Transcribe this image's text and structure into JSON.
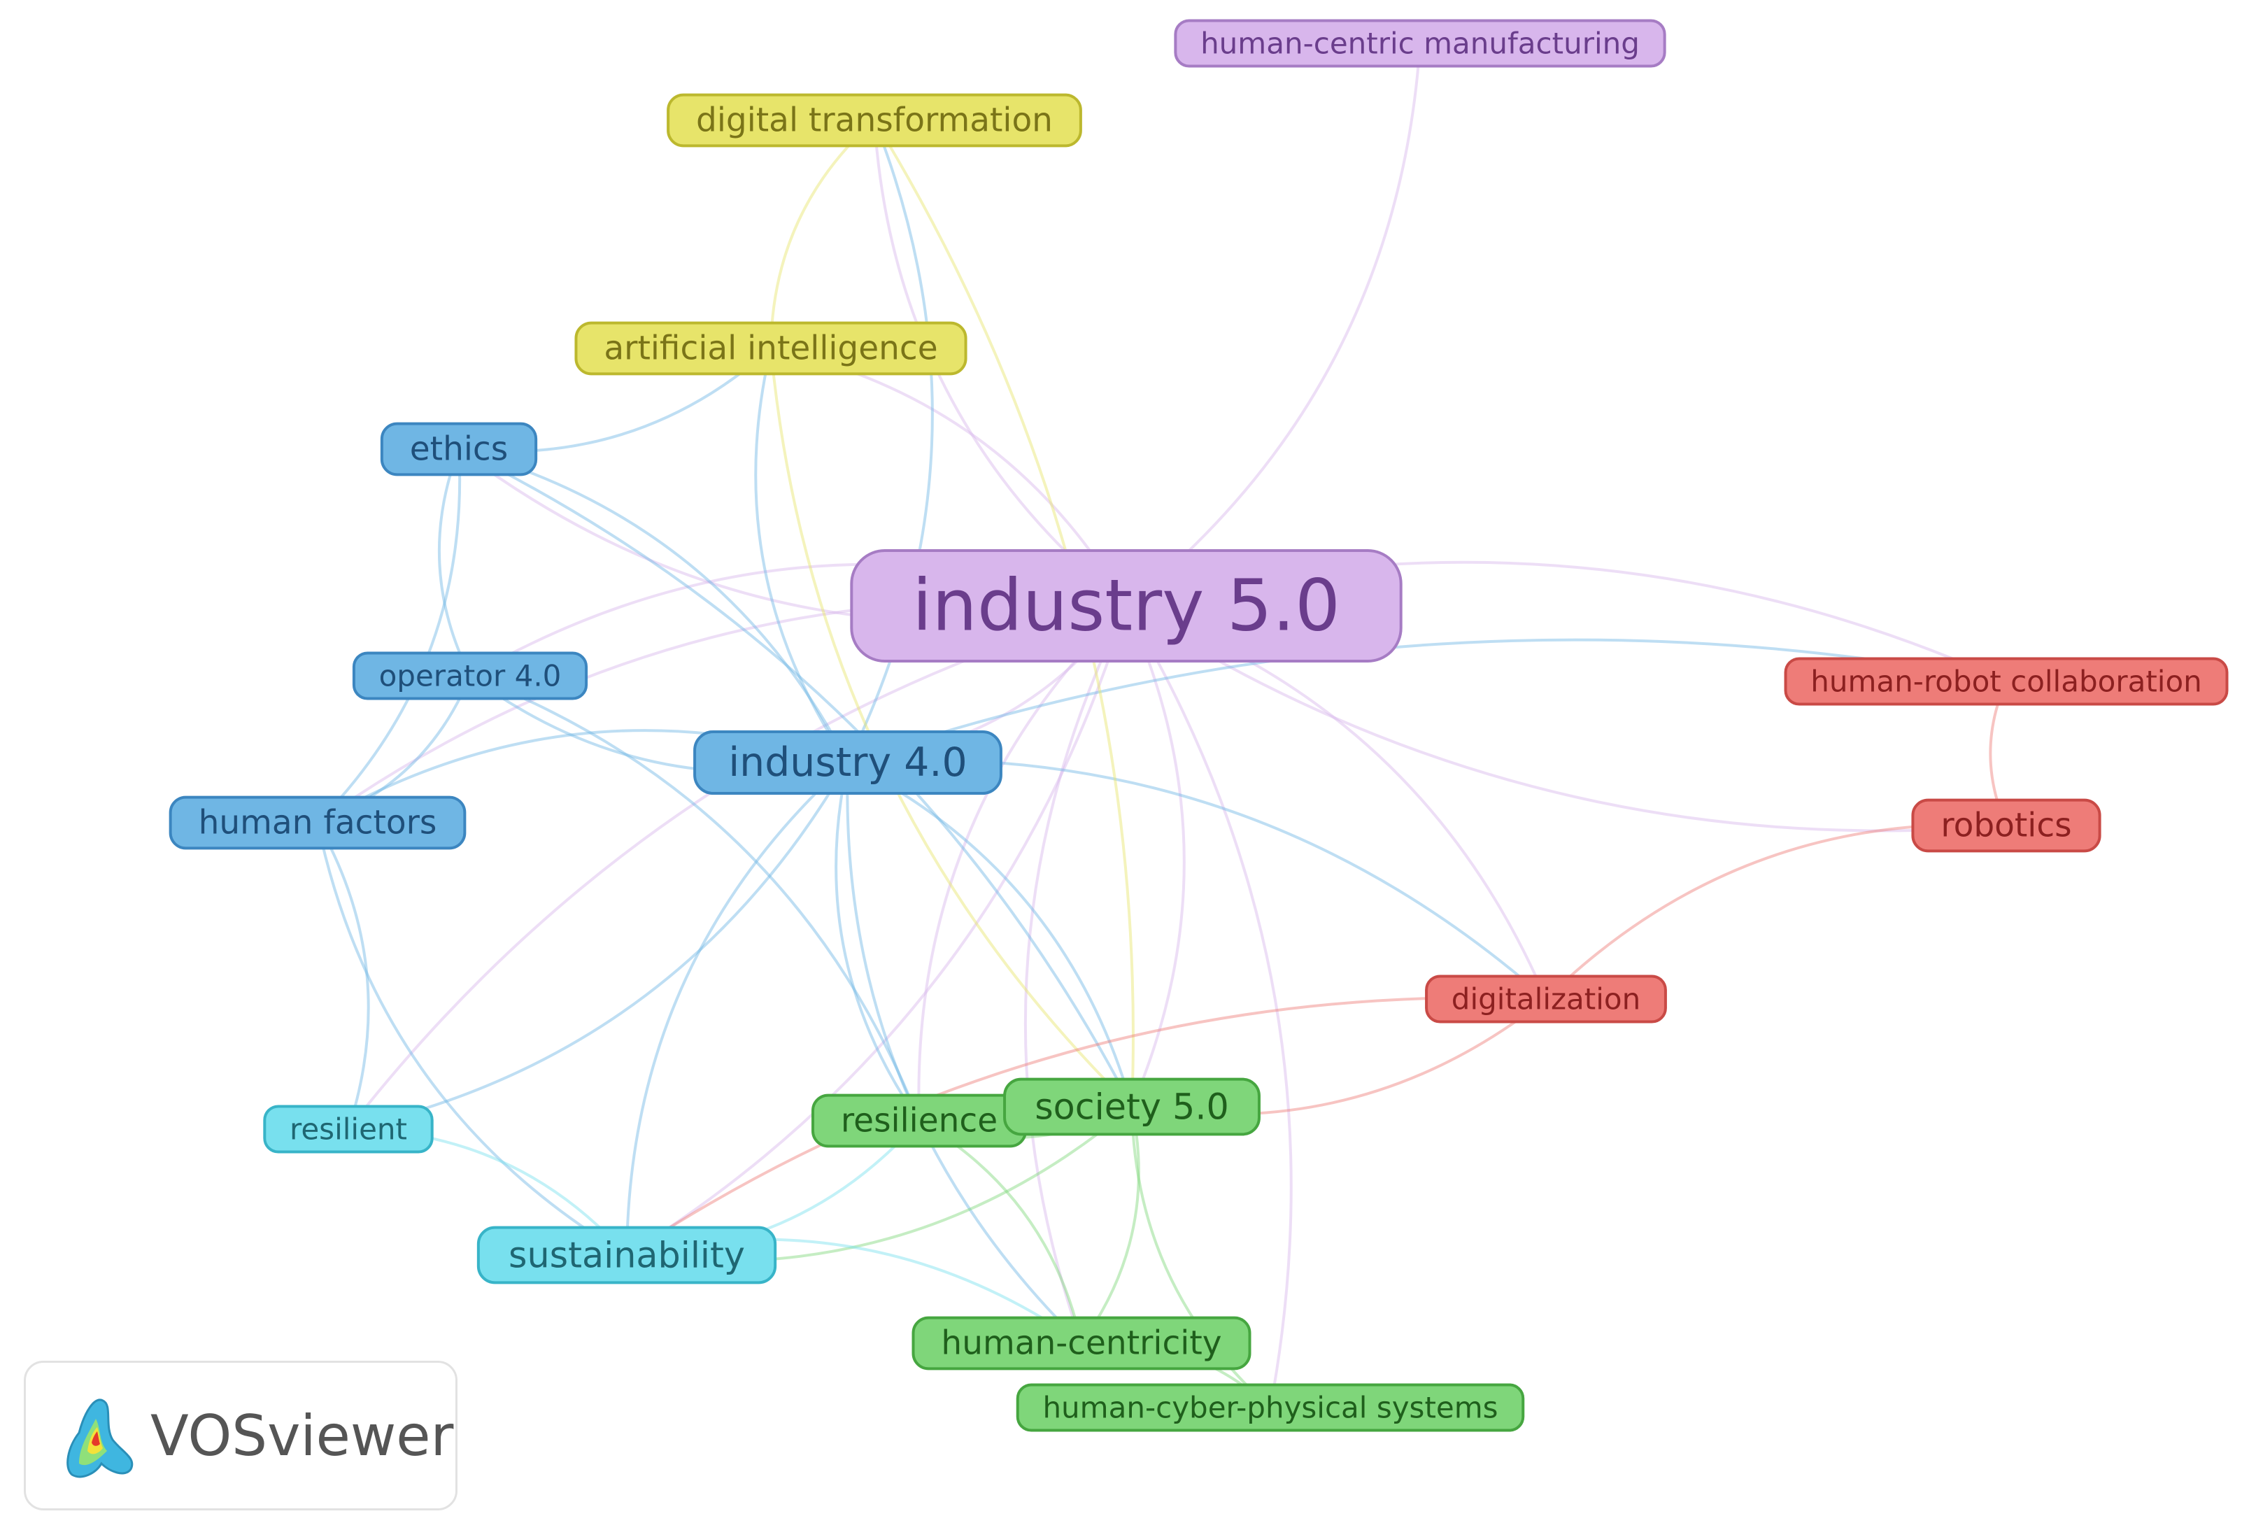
{
  "app_name": "VOSviewer",
  "colors": {
    "purple": {
      "fill": "#d8b6ec",
      "stroke": "#a67cc4",
      "text": "#6a3d8c"
    },
    "blue": {
      "fill": "#6fb6e4",
      "stroke": "#3c86c0",
      "text": "#1f4f7a"
    },
    "yellow": {
      "fill": "#e7e46a",
      "stroke": "#bcb82e",
      "text": "#7a7418"
    },
    "red": {
      "fill": "#ee7c78",
      "stroke": "#c94a46",
      "text": "#8c2020"
    },
    "green": {
      "fill": "#7fd67a",
      "stroke": "#46a640",
      "text": "#1f5f1c"
    },
    "cyan": {
      "fill": "#78e0ee",
      "stroke": "#38b4c8",
      "text": "#1f6672"
    }
  },
  "nodes": [
    {
      "id": "industry-5-0",
      "label": "industry 5.0",
      "cluster": "purple",
      "weight": 10
    },
    {
      "id": "human-centric-manufacturing",
      "label": "human-centric manufacturing",
      "cluster": "purple",
      "weight": 1
    },
    {
      "id": "industry-4-0",
      "label": "industry 4.0",
      "cluster": "blue",
      "weight": 5
    },
    {
      "id": "ethics",
      "label": "ethics",
      "cluster": "blue",
      "weight": 2
    },
    {
      "id": "operator-4-0",
      "label": "operator 4.0",
      "cluster": "blue",
      "weight": 1
    },
    {
      "id": "human-factors",
      "label": "human factors",
      "cluster": "blue",
      "weight": 2
    },
    {
      "id": "digital-transformation",
      "label": "digital transformation",
      "cluster": "yellow",
      "weight": 2
    },
    {
      "id": "artificial-intelligence",
      "label": "artificial intelligence",
      "cluster": "yellow",
      "weight": 2
    },
    {
      "id": "human-robot-collaboration",
      "label": "human-robot collaboration",
      "cluster": "red",
      "weight": 1
    },
    {
      "id": "robotics",
      "label": "robotics",
      "cluster": "red",
      "weight": 2
    },
    {
      "id": "digitalization",
      "label": "digitalization",
      "cluster": "red",
      "weight": 1
    },
    {
      "id": "resilience",
      "label": "resilience",
      "cluster": "green",
      "weight": 2
    },
    {
      "id": "society-5-0",
      "label": "society 5.0",
      "cluster": "green",
      "weight": 3
    },
    {
      "id": "human-centricity",
      "label": "human-centricity",
      "cluster": "green",
      "weight": 2
    },
    {
      "id": "human-cyber-physical-systems",
      "label": "human-cyber-physical systems",
      "cluster": "green",
      "weight": 1
    },
    {
      "id": "resilient",
      "label": "resilient",
      "cluster": "cyan",
      "weight": 1
    },
    {
      "id": "sustainability",
      "label": "sustainability",
      "cluster": "cyan",
      "weight": 3
    }
  ],
  "links": [
    [
      "industry-5-0",
      "human-centric-manufacturing"
    ],
    [
      "industry-5-0",
      "digital-transformation"
    ],
    [
      "industry-5-0",
      "artificial-intelligence"
    ],
    [
      "industry-5-0",
      "ethics"
    ],
    [
      "industry-5-0",
      "operator-4-0"
    ],
    [
      "industry-5-0",
      "industry-4-0"
    ],
    [
      "industry-5-0",
      "human-factors"
    ],
    [
      "industry-5-0",
      "human-robot-collaboration"
    ],
    [
      "industry-5-0",
      "robotics"
    ],
    [
      "industry-5-0",
      "digitalization"
    ],
    [
      "industry-5-0",
      "resilience"
    ],
    [
      "industry-5-0",
      "society-5-0"
    ],
    [
      "industry-5-0",
      "human-centricity"
    ],
    [
      "industry-5-0",
      "human-cyber-physical-systems"
    ],
    [
      "industry-5-0",
      "resilient"
    ],
    [
      "industry-5-0",
      "sustainability"
    ],
    [
      "industry-4-0",
      "digital-transformation"
    ],
    [
      "industry-4-0",
      "artificial-intelligence"
    ],
    [
      "industry-4-0",
      "ethics"
    ],
    [
      "industry-4-0",
      "operator-4-0"
    ],
    [
      "industry-4-0",
      "human-factors"
    ],
    [
      "industry-4-0",
      "digitalization"
    ],
    [
      "industry-4-0",
      "resilience"
    ],
    [
      "industry-4-0",
      "society-5-0"
    ],
    [
      "industry-4-0",
      "human-centricity"
    ],
    [
      "industry-4-0",
      "resilient"
    ],
    [
      "industry-4-0",
      "sustainability"
    ],
    [
      "industry-4-0",
      "human-robot-collaboration"
    ],
    [
      "ethics",
      "artificial-intelligence"
    ],
    [
      "ethics",
      "human-factors"
    ],
    [
      "ethics",
      "operator-4-0"
    ],
    [
      "ethics",
      "society-5-0"
    ],
    [
      "human-factors",
      "operator-4-0"
    ],
    [
      "human-factors",
      "resilient"
    ],
    [
      "human-factors",
      "sustainability"
    ],
    [
      "operator-4-0",
      "resilience"
    ],
    [
      "digital-transformation",
      "artificial-intelligence"
    ],
    [
      "digital-transformation",
      "society-5-0"
    ],
    [
      "artificial-intelligence",
      "society-5-0"
    ],
    [
      "robotics",
      "human-robot-collaboration"
    ],
    [
      "robotics",
      "digitalization"
    ],
    [
      "digitalization",
      "society-5-0"
    ],
    [
      "digitalization",
      "sustainability"
    ],
    [
      "resilience",
      "human-centricity"
    ],
    [
      "resilience",
      "society-5-0"
    ],
    [
      "society-5-0",
      "human-centricity"
    ],
    [
      "society-5-0",
      "human-cyber-physical-systems"
    ],
    [
      "society-5-0",
      "sustainability"
    ],
    [
      "sustainability",
      "resilient"
    ],
    [
      "sustainability",
      "human-centricity"
    ],
    [
      "sustainability",
      "resilience"
    ],
    [
      "human-centricity",
      "human-cyber-physical-systems"
    ]
  ]
}
